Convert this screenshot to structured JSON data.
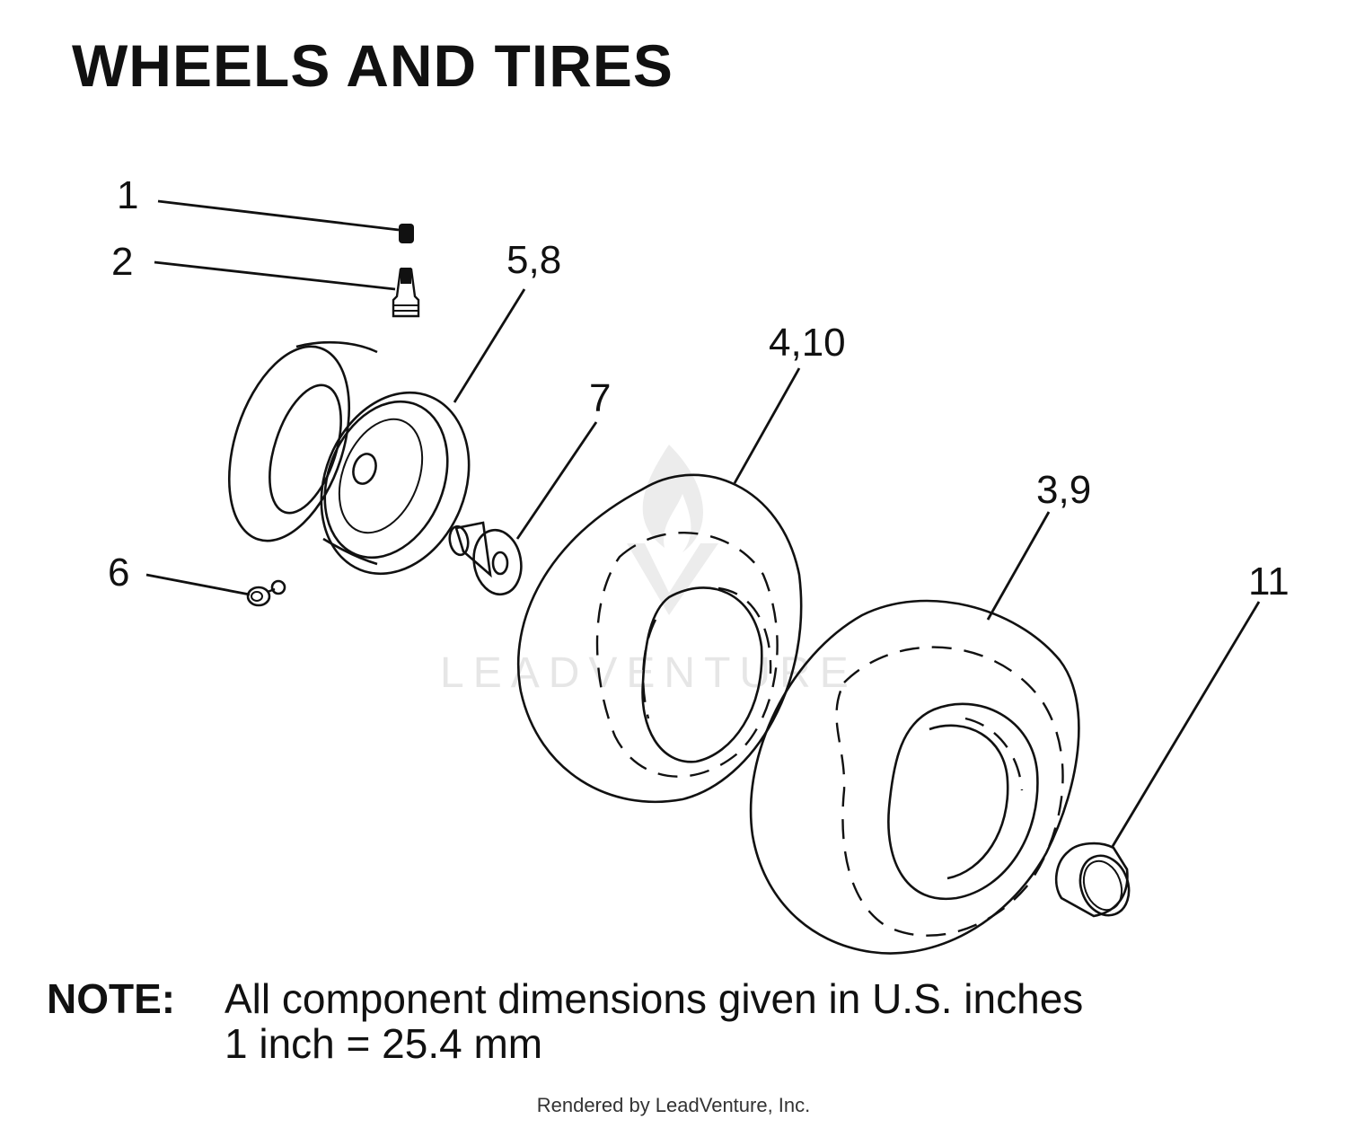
{
  "title": "WHEELS AND TIRES",
  "callouts": {
    "c1": "1",
    "c2": "2",
    "c58": "5,8",
    "c7": "7",
    "c410": "4,10",
    "c39": "3,9",
    "c6": "6",
    "c11": "11"
  },
  "watermark": "LEADVENTURE",
  "note": {
    "label": "NOTE:",
    "line1": "All component dimensions given in U.S. inches",
    "line2": "1 inch = 25.4 mm"
  },
  "footer": "Rendered by LeadVenture, Inc.",
  "colors": {
    "ink": "#111111",
    "watermark": "#e6e6e6",
    "background": "#ffffff"
  }
}
